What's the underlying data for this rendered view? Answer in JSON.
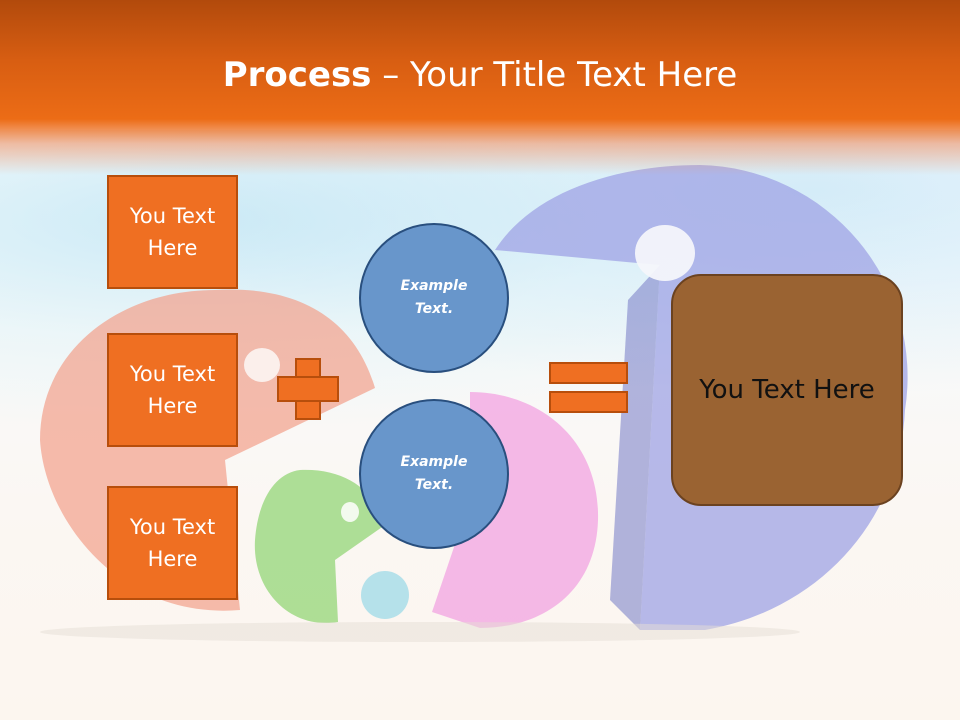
{
  "slide": {
    "title_bold": "Process",
    "title_rest": " – Your Title Text Here",
    "left_boxes": [
      "You Text\nHere",
      "You Text\nHere",
      "You Text\nHere"
    ],
    "circles": [
      "Example\nText.",
      "Example\nText."
    ],
    "result_text": "You Text Here"
  },
  "colors": {
    "header": "#ec6c16",
    "box_fill": "#ef6f22",
    "circle_fill": "#6896cb",
    "result_fill": "#9a6332"
  },
  "icons": {
    "plus": "plus-sign",
    "equals": "equals-sign"
  }
}
